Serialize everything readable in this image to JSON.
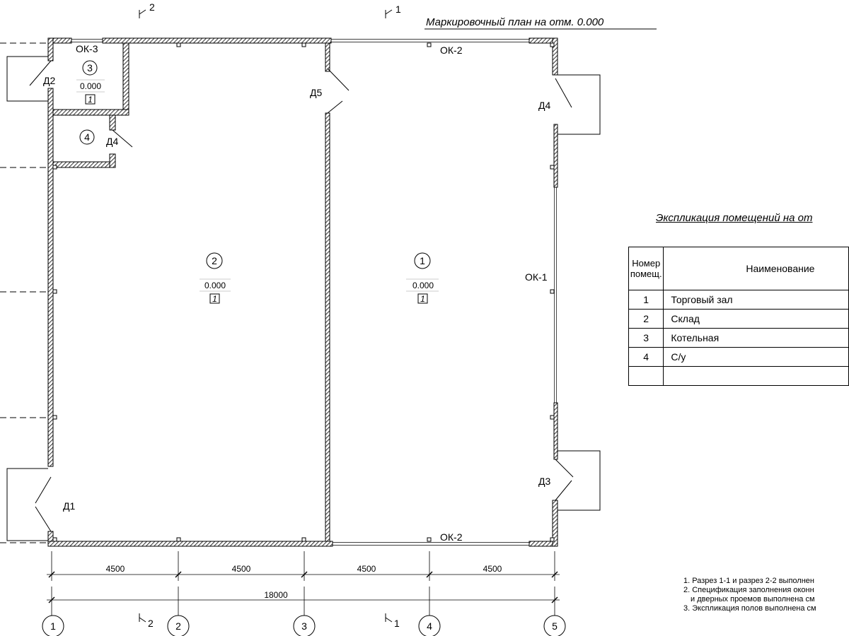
{
  "title": "Маркировочный план на отм. 0.000",
  "explication": {
    "title": "Экспликация помещений на от",
    "header_number": [
      "Номер",
      "помещ."
    ],
    "header_name": "Наименование",
    "rows": [
      {
        "num": "1",
        "name": "Торговый зал"
      },
      {
        "num": "2",
        "name": "Склад"
      },
      {
        "num": "3",
        "name": "Котельная"
      },
      {
        "num": "4",
        "name": "С/у"
      },
      {
        "num": "",
        "name": ""
      }
    ]
  },
  "rooms": [
    {
      "num": "1",
      "level": "0.000",
      "floor": "1"
    },
    {
      "num": "2",
      "level": "0.000",
      "floor": "1"
    },
    {
      "num": "3",
      "level": "0.000",
      "floor": "1"
    },
    {
      "num": "4"
    }
  ],
  "labels": {
    "ok1": "ОК-1",
    "ok2": "ОК-2",
    "ok3": "ОК-3",
    "d1": "Д1",
    "d2": "Д2",
    "d3": "Д3",
    "d4": "Д4",
    "d5": "Д5"
  },
  "sections": {
    "s1": "1",
    "s2": "2"
  },
  "dimensions": {
    "span": "4500",
    "total": "18000"
  },
  "axes": [
    "1",
    "2",
    "3",
    "4",
    "5"
  ],
  "notes": [
    "1. Разрез 1-1 и разрез 2-2 выполнен",
    "2. Спецификация заполнения оконн",
    "и дверных проемов выполнена см",
    "3. Экспликация полов выполнена см"
  ]
}
